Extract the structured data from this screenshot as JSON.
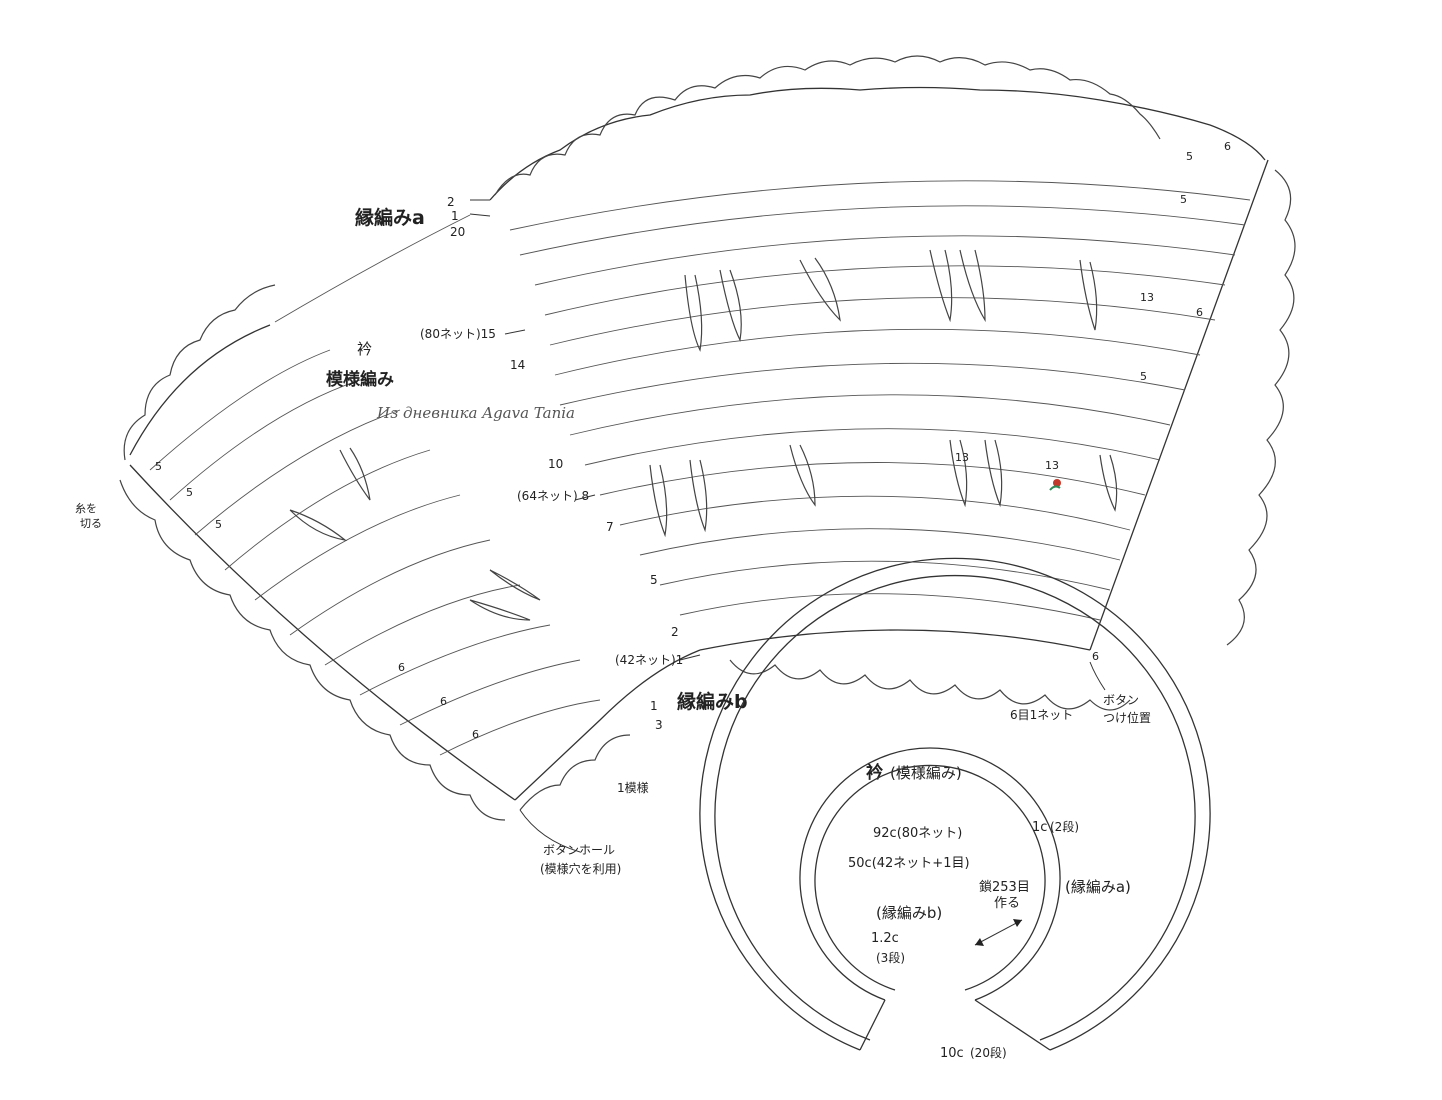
{
  "labels": {
    "edging_a": "縁編みa",
    "edging_b": "縁編みb",
    "collar": "衿",
    "pattern": "模様編み",
    "watermark": "Из дневника Agava Tania",
    "cut_yarn_1": "糸を",
    "cut_yarn_2": "切る",
    "one_motif": "1模様",
    "button_hole_1": "ボタンホール",
    "button_hole_2": "(模様穴を利用)",
    "button_pos_1": "ボタン",
    "button_pos_2": "つけ位置",
    "six_one_net": "6目1ネット"
  },
  "row_labels": {
    "r2_top": "2",
    "r1_top": "1",
    "r20": "20",
    "r15": "(80ネット)15",
    "r14": "14",
    "r10": "10",
    "r8": "(64ネット) 8",
    "r7": "7",
    "r5": "5",
    "r2": "2",
    "r1": "(42ネット)1",
    "b1": "1",
    "b3": "3",
    "b_arrow3": "3"
  },
  "inner_numbers": {
    "n5": "5",
    "n6": "6",
    "n13": "13"
  },
  "schematic": {
    "title_main": "衿",
    "title_sub": "(模様編み)",
    "dim_outer": "92c(80ネット)",
    "dim_inner": "50c(42ネット+1目)",
    "dim_1c": "1c",
    "dim_2dan": "(2段)",
    "chain_1": "鎖253目",
    "chain_2": "作る",
    "edging_a": "(縁編みa)",
    "edging_b": "(縁編みb)",
    "dim_12c": "1.2c",
    "dim_3dan": "(3段)",
    "dim_10c": "10c",
    "dim_20dan": "(20段)"
  }
}
